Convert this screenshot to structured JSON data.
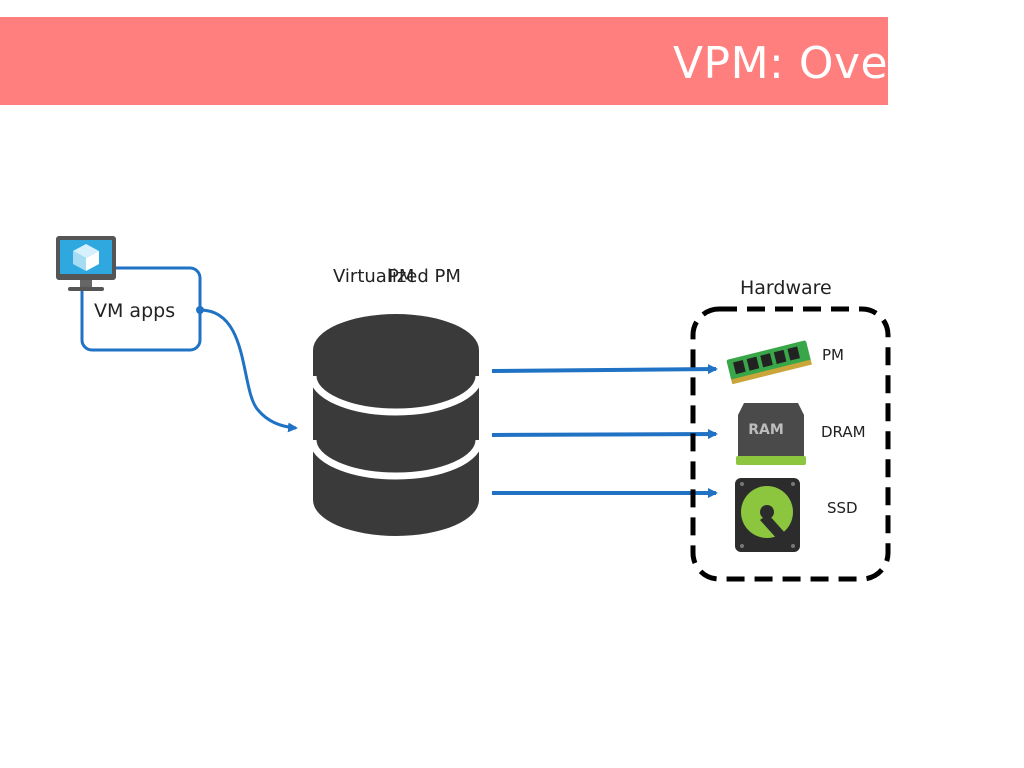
{
  "slide": {
    "title": "VPM: Overview",
    "banner_color": "#ff7f7f"
  },
  "diagram": {
    "vm_box": {
      "label": "VM apps",
      "icon": "monitor-cube-icon"
    },
    "storage": {
      "label_overlay_a": "Virtualized PM",
      "label_overlay_b": "PM",
      "icon": "database-cylinder-icon"
    },
    "hardware": {
      "title": "Hardware",
      "items": [
        {
          "label": "PM",
          "icon": "memory-module-icon"
        },
        {
          "label": "DRAM",
          "icon": "ram-chip-icon"
        },
        {
          "label": "SSD",
          "icon": "hard-disk-icon"
        }
      ]
    },
    "colors": {
      "arrow": "#1f72c4",
      "dark": "#3a3a3a",
      "accent_green": "#8cc63f"
    }
  }
}
